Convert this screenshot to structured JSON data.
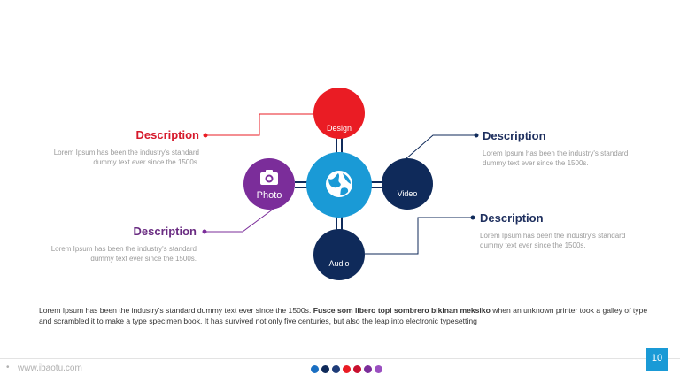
{
  "colors": {
    "red": "#ea1c24",
    "purple": "#7b2d9a",
    "navy": "#0f2a5a",
    "cyan": "#1a9ad6",
    "title_red": "#d6192b",
    "title_purple": "#6a2c82",
    "title_navy": "#1e2f5e"
  },
  "center": {
    "icon": "globe-icon"
  },
  "nodes": {
    "design": {
      "label": "Design"
    },
    "photo": {
      "label": "Photo",
      "icon": "camera-icon"
    },
    "video": {
      "label": "Video"
    },
    "audio": {
      "label": "Audio"
    }
  },
  "callouts": {
    "top_left": {
      "title": "Description",
      "text": "Lorem Ipsum has been the industry's standard dummy text ever since the 1500s."
    },
    "bottom_left": {
      "title": "Description",
      "text": "Lorem Ipsum has been the industry's standard dummy text ever since the 1500s."
    },
    "top_right": {
      "title": "Description",
      "text": "Lorem Ipsum has been the industry's standard dummy text ever since the 1500s."
    },
    "bottom_right": {
      "title": "Description",
      "text": "Lorem Ipsum has been the industry's standard dummy text ever since the 1500s."
    }
  },
  "body": {
    "part1": "Lorem Ipsum has been the industry's standard dummy text ever since the 1500s. ",
    "bold": "Fusce som libero topi sombrero bikinan meksiko",
    "part2": " when an unknown printer took a galley of type and scrambled it to make a type specimen book. It has survived not only five centuries, but also the leap into electronic typesetting"
  },
  "footer": {
    "bullet": "•",
    "url": "www.ibaotu.com",
    "page": "10",
    "dot_colors": [
      "#1a6fc2",
      "#0f2a5a",
      "#1e3c78",
      "#ea1c24",
      "#c8102e",
      "#7b2d9a",
      "#9a4fc0"
    ]
  }
}
